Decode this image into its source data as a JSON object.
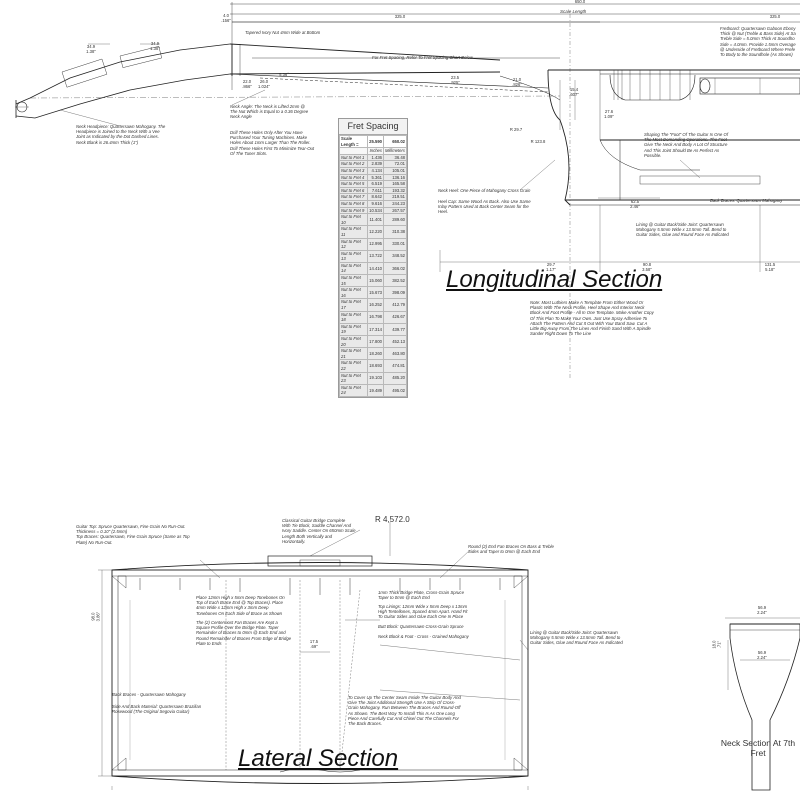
{
  "titles": {
    "longitudinal": "Longitudinal Section",
    "lateral": "Lateral Section",
    "neck_section": "Neck Section At 7th\nFret"
  },
  "scale": {
    "label": "Scale Length",
    "top_value": "650.0",
    "top_value_in": "25.59\"",
    "dim_325": "325.0",
    "dim_325_in": "12.8\"",
    "dim_325_right": "325.0",
    "dim_325_right_in": "12.80\""
  },
  "fret_table": {
    "title": "Fret Spacing",
    "header": [
      "Scale Length =",
      "25.590",
      "650.02"
    ],
    "units": [
      "",
      "Inches",
      "Millimeters"
    ],
    "rows": [
      [
        "Nut to Fret 1",
        "1.436",
        "36.48"
      ],
      [
        "Nut to Fret 2",
        "2.839",
        "72.01"
      ],
      [
        "Nut to Fret 3",
        "4.134",
        "105.01"
      ],
      [
        "Nut to Fret 4",
        "5.361",
        "136.16"
      ],
      [
        "Nut to Fret 5",
        "6.519",
        "165.58"
      ],
      [
        "Nut to Fret 6",
        "7.611",
        "193.32"
      ],
      [
        "Nut to Fret 7",
        "8.642",
        "219.51"
      ],
      [
        "Nut to Fret 8",
        "9.616",
        "244.23"
      ],
      [
        "Nut to Fret 9",
        "10.534",
        "267.57"
      ],
      [
        "Nut to Fret 10",
        "11.401",
        "289.60"
      ],
      [
        "Nut to Fret 11",
        "12.220",
        "310.38"
      ],
      [
        "Nut to Fret 12",
        "12.995",
        "330.01"
      ],
      [
        "Nut to Fret 13",
        "13.722",
        "348.52"
      ],
      [
        "Nut to Fret 14",
        "14.410",
        "366.02"
      ],
      [
        "Nut to Fret 15",
        "15.060",
        "382.52"
      ],
      [
        "Nut to Fret 16",
        "15.673",
        "398.09"
      ],
      [
        "Nut to Fret 17",
        "16.252",
        "412.79"
      ],
      [
        "Nut to Fret 18",
        "16.798",
        "426.67"
      ],
      [
        "Nut to Fret 19",
        "17.314",
        "439.77"
      ],
      [
        "Nut to Fret 20",
        "17.800",
        "452.13"
      ],
      [
        "Nut to Fret 21",
        "18.260",
        "463.80"
      ],
      [
        "Nut to Fret 22",
        "18.693",
        "474.81"
      ],
      [
        "Nut to Fret 23",
        "19.103",
        "485.20"
      ],
      [
        "Nut to Fret 24",
        "19.489",
        "495.02"
      ]
    ]
  },
  "notes": {
    "tapered_nut": "Tapered Ivory Nut 4mm Wide at Bottom",
    "fret_spacing_ref": "For Fret Spacing, Refer To Fret Spacing Chart Below",
    "fretboard": "Fretboard: Quartersawn Gaboon Ebony\nThick @ Nut (Treble & Bass Side) At Sa\nTreble Side = 5.0mm Thick At Soundho\nSide = 4.0mm. Provide 1.5mm Overage\n@ Underside of Fretboard Where Prefe\nTo Body to the Soundhole (As Shown)",
    "neck_headpiece": "Neck Headpiece: Quartersawn Mahogany. The\nHeadpiece is Joined to the Neck With a Vee\nJoint as Indicated by the Dot Dashed Lines.\nNeck Blank is 26.4mm Thick (1\")",
    "neck_angle": "Neck Angle: The Neck is Lifted 2mm @\nThe Nut Which is Equal to a 0.36 Degree\nNeck Angle",
    "drill_holes": "Drill These Holes Only After You Have\nPurchased Your Tuning Machines. Make\nHoles About 1mm Larger Than The Roller.\nDrill These Holes First To Minimize Tear-Out\nOf The Tuner Slots.",
    "shaping_foot": "Shaping The \"Foot\" Of The Guitar Is One Of\nThe Most Demanding Operations. The Foot\nGive The Neck And Body A Lot Of Structure\nAnd This Joint Should Be As Perfect As\nPossible.",
    "back_braces_right": "Back Braces: Quartersawn Mahogany",
    "neck_heel": "Neck Heel: One Piece of Mahogany Cross Grain",
    "heel_cap": "Heel Cap: Same Wood As Back. Also Use Same\nInlay Pattern Used at Back Center Seam for the\nHeel.",
    "lining_top": "Lining @ Guitar Back/Side Joint: Quartersawn\nMahogany 5.5mm Wide x 13.5mm Tall. Bend to\nGuitar Sides, Glue and Round Face As Indicated",
    "template_note": "Note: Most Luthiers Make A Template From Either Wood Or\nPlastic With The Neck Profile, Heel Shape And Interior Neck\nBlock And Foot Profile - All In One Template. Make Another Copy\nOf This Plan To Make Your Own. Just Use Spray Adhesive To\nAttach The Pattern And Cut It Out With Your Band Saw. Cut A\nLittle Big Away From The Lines And Finish Sand With A Spindle\nSander Right Down To The Line",
    "guitar_top": "Guitar Top: Spruce Quartersawn, Fine Grain No Run-Out.\nThickness = 0.10\" (2.5mm)\nTop Braces: Quartersawn, Fine Grain Spruce (Same as Top\nPlate) No Run-Out.",
    "bridge": "Classical Guitar Bridge Complete\nWith Tie Block, Saddle Channel And\nIvory Saddle. Center On 650mm Scale\nLength Both Vertically and\nHorizontally.",
    "radius_top": "R 4,572.0",
    "round_fan": "Round (2) End Fan Braces On Bass & Treble\nSides and Taper to 0mm @ Each End",
    "tonebars": "Place 12mm High x 5mm Deep Tonebones On\nTop of Each Brace End @ Top Braces). Place\n4mm Wide x 12mm High x 3mm Deep\nTonebones On Each Side of Brace as Shown",
    "square_profile": "The (2) Centermost Fan Braces Are Kept a\nSquare Profile Over the Bridge Plate. Taper\nRemainder of Braces to 0mm @ Each End and\nRound Remainder of Braces From Edge of Bridge\nPlate to Ends",
    "bridge_plate": "1mm Thick Bridge Plate, Cross-Grain Spruce\nTaper to 0mm @ Each End",
    "top_linings": "Top Linings: 12mm Wide x 5mm Deep x 13mm\nHigh Tentellones, Spaced 4mm Apart. Hand Fit\nTo Guitar Sides and Glue Each One In Place",
    "butt_block": "Butt Block: Quartersawn Cross-Grain Spruce",
    "neck_block": "Neck Block & Foot - Cross - Grained Mahogany",
    "lining_lateral": "Lining @ Guitar Back/Side Joint: Quartersawn\nMahogany 5.5mm Wide x 13.5mm Tall. Bend to\nGuitar Sides, Glue and Round Face As Indicated",
    "back_braces_lateral": "Back Braces - Quartersawn Mahogany",
    "side_back_material": "Side And Back Material: Quartersawn Brazilian\nRosewood (The Original Segovia Guitar)",
    "center_seam": "To Cover Up The Center Seam Inside The Guitar Body And\nGive The Joint Additional Strength Use A Strip Of Cross-\nGrain Mahogany. Run Between The Braces And Round-Off\nAs Shown. The Best Way To Install This Is As One Long\nPiece And Carefully Cut And Chisel Out The Channels For\nThe Back Braces."
  },
  "dims": {
    "d_34_9": "34.9\n1.38\"",
    "d_34_9b": "34.9\n1.38\"",
    "d_4_0": "4.0\n.156\"",
    "d_5_36": "5.36°",
    "d_22": "22.0\n.866\"",
    "d_26": "26.0\n1.024\"",
    "d_23": "23.5\n.925\"",
    "d_21": "21.0\n.826\"",
    "d_15": "15.4\n.607\"",
    "d_27_6": "27.6\n1.09\"",
    "r_29": "R 29.7",
    "r_123": "R 123.8",
    "d_62_5": "62.5\n2.46\"",
    "d_29_7": "29.7\n1.17\"",
    "d_90_8": "90.8\n3.58\"",
    "d_131_5": "131.5\n5.18\"",
    "d_98": "98.0\n3.86\"",
    "d_17_5": "17.5\n.69\"",
    "d_56_9": "56.9\n2.24\"",
    "d_56_9b": "56.9\n2.24\"",
    "d_18_0": "18.0\n.71\""
  }
}
